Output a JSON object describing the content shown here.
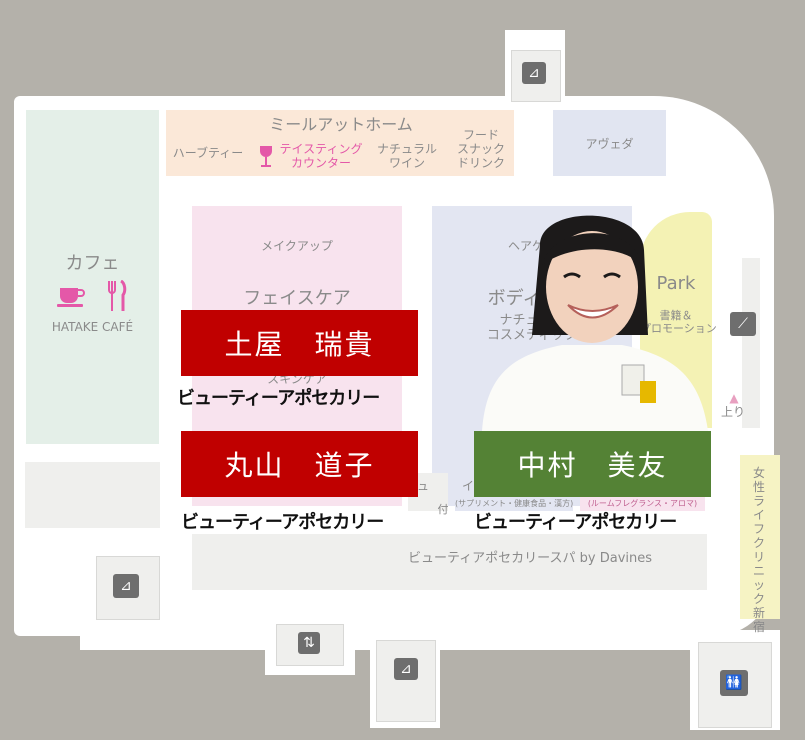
{
  "map": {
    "cafe": {
      "title": "カフェ",
      "subtitle": "HATAKE CAFÉ"
    },
    "meal": {
      "title": "ミールアットホーム",
      "herbal": "ハーブティー",
      "tasting": "テイスティング\nカウンター",
      "wine": "ナチュラル\nワイン",
      "snack": "フード\nスナック\nドリンク"
    },
    "ayurveda": "アヴェダ",
    "makeup": "メイクアップ",
    "face": "フェイスケア",
    "skin": "スキンケア",
    "hair": "ヘアケア",
    "body": "ボディケア",
    "natural_cosme": "ナチュラル\nコスメティック",
    "park": {
      "title": "Park",
      "sub": "書籍＆\nプロモーション"
    },
    "up": "上り",
    "clinic": "女性ライフクリニック新宿",
    "spa": "ビューティアポセカリースパ by Davines",
    "supplement_caption": "(サプリメント・健康食品・漢方)",
    "room_caption": "(ルームフレグランス・アロマ)",
    "partial_u": "ュ",
    "partial_i": "イ",
    "partial_tsuki": "付",
    "colors": {
      "cafe": "#e4efe8",
      "meal": "#fbe8d8",
      "ayurveda": "#e1e5f1",
      "face": "#f8e3ee",
      "body": "#e3e6f2",
      "park": "#f4f2b4",
      "clinic": "#f6f3c4",
      "floor_bg": "#b4b1aa",
      "red_tag": "#c00000",
      "green_tag": "#548235",
      "pink": "#e458a8"
    }
  },
  "staff": [
    {
      "name": "土屋　瑞貴",
      "role": "ビューティーアポセカリー",
      "color": "#c00000"
    },
    {
      "name": "丸山　道子",
      "role": "ビューティーアポセカリー",
      "color": "#c00000"
    },
    {
      "name": "中村　美友",
      "role": "ビューティーアポセカリー",
      "color": "#548235"
    }
  ],
  "icons": [
    "stairs-icon",
    "elevator-icon",
    "escalator-icon",
    "restroom-icon",
    "coffee-cup-icon",
    "cutlery-icon",
    "wine-glass-icon"
  ]
}
